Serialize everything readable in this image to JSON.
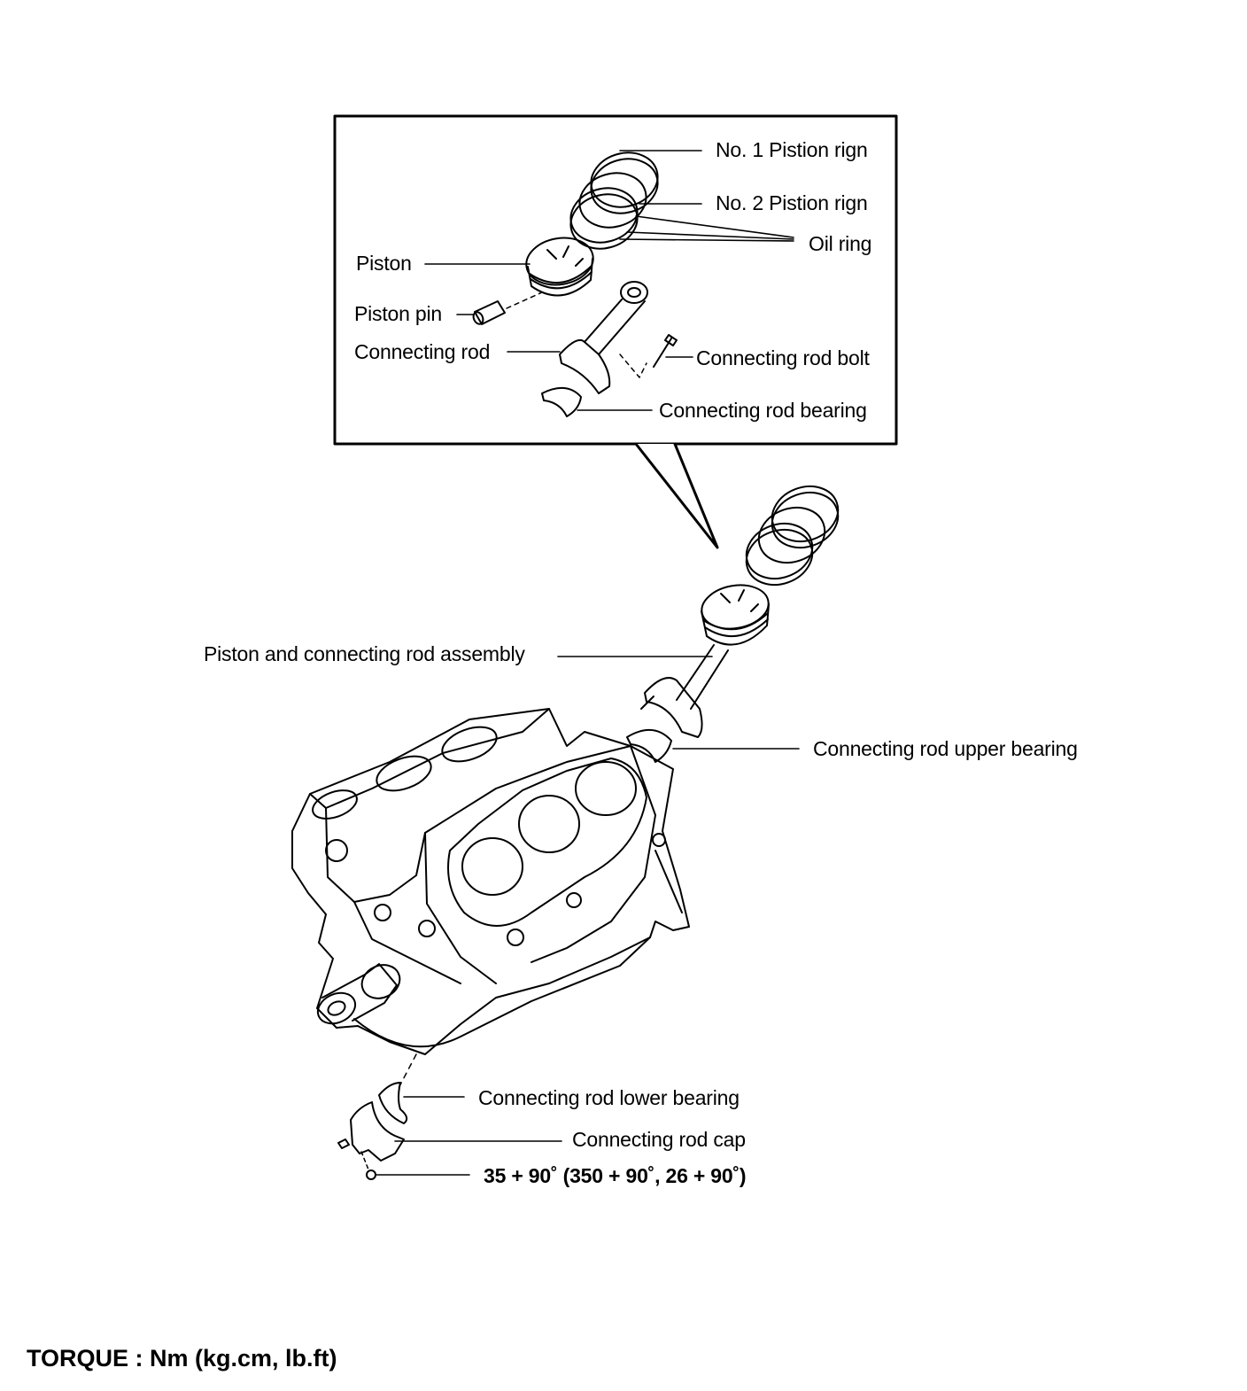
{
  "labels": {
    "ring1": "No. 1 Pistion rign",
    "ring2": "No. 2 Pistion rign",
    "oil_ring": "Oil ring",
    "piston": "Piston",
    "piston_pin": "Piston pin",
    "con_rod": "Connecting rod",
    "rod_bolt": "Connecting rod bolt",
    "rod_bearing": "Connecting rod bearing",
    "assembly": "Piston and connecting rod assembly",
    "upper_bearing": "Connecting rod upper bearing",
    "lower_bearing": "Connecting rod lower bearing",
    "rod_cap": "Connecting rod cap",
    "torque_value": "35 + 90˚ (350 + 90˚, 26 + 90˚)"
  },
  "footer": {
    "torque_unit": "TORQUE : Nm (kg.cm, lb.ft)"
  }
}
